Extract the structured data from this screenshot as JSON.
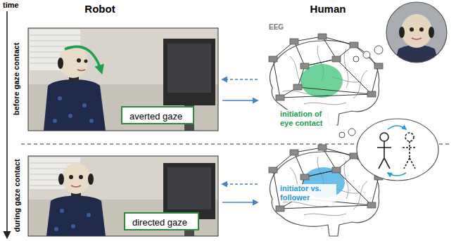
{
  "diagram": {
    "nodes": [
      {
        "text": [
          "averted gaze"
        ]
      },
      {
        "text": [
          "directed gaze"
        ]
      }
    ],
    "labels": [
      "time",
      "Robot",
      "Human",
      "before gaze contact",
      "during gaze contact",
      "EEG",
      "initiation of eye contact",
      "initiator vs. follower"
    ]
  }
}
